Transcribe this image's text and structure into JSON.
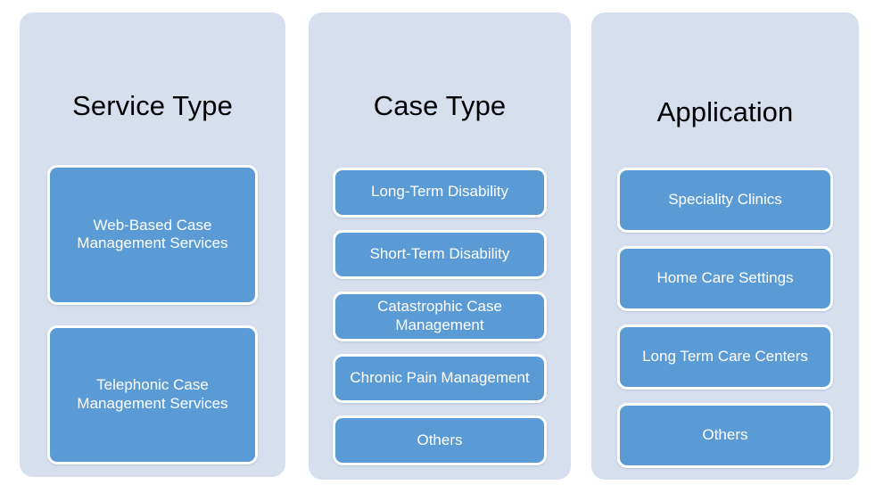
{
  "diagram": {
    "background_color": "#ffffff",
    "panel_color": "#d6dfee",
    "card_color": "#5b9bd5",
    "card_border_color": "#ffffff",
    "title_color": "#000000",
    "card_text_color": "#ffffff",
    "columns": [
      {
        "id": "service-type",
        "title": "Service Type",
        "items": [
          {
            "label": "Web-Based Case Management Services"
          },
          {
            "label": "Telephonic Case Management Services"
          }
        ]
      },
      {
        "id": "case-type",
        "title": "Case Type",
        "items": [
          {
            "label": "Long-Term Disability"
          },
          {
            "label": "Short-Term Disability"
          },
          {
            "label": "Catastrophic Case Management"
          },
          {
            "label": "Chronic Pain Management"
          },
          {
            "label": "Others"
          }
        ]
      },
      {
        "id": "application",
        "title": "Application",
        "items": [
          {
            "label": "Speciality Clinics"
          },
          {
            "label": "Home Care Settings"
          },
          {
            "label": "Long Term Care Centers"
          },
          {
            "label": "Others"
          }
        ]
      }
    ]
  }
}
